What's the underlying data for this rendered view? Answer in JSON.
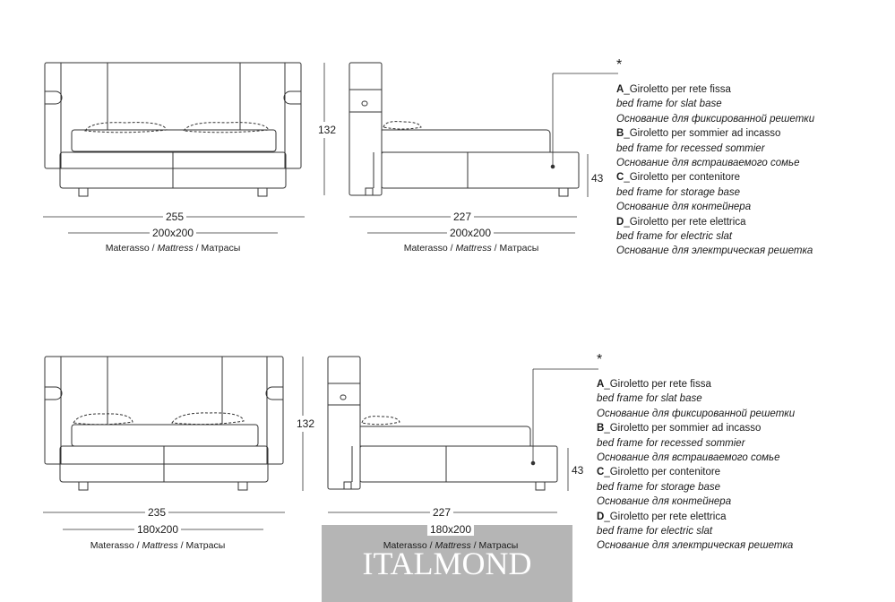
{
  "top": {
    "front_width": "255",
    "front_mattress": "200x200",
    "front_mattress_label": [
      "Materasso / ",
      "Mattress",
      " / Матрасы"
    ],
    "height": "132",
    "side_length": "227",
    "side_mattress": "200x200",
    "side_mattress_label": [
      "Materasso / ",
      "Mattress",
      " / Матрасы"
    ],
    "base_height": "43"
  },
  "bottom": {
    "front_width": "235",
    "front_mattress": "180x200",
    "front_mattress_label": [
      "Materasso / ",
      "Mattress",
      " / Матрасы"
    ],
    "height": "132",
    "side_length": "227",
    "side_mattress": "180x200",
    "side_mattress_label": [
      "Materasso / ",
      "Mattress",
      " / Матрасы"
    ],
    "base_height": "43"
  },
  "legend": {
    "marker": "*",
    "a_letter": "A",
    "a_it": "_Giroletto per rete fissa",
    "a_en": "bed frame for slat base",
    "a_ru": "Основание для фиксированной решетки",
    "b_letter": "B",
    "b_it": "_Giroletto per sommier ad incasso",
    "b_en": "bed frame for recessed sommier",
    "b_ru": "Основание для встраиваемого сомье",
    "c_letter": "C",
    "c_it": "_Giroletto per contenitore",
    "c_en": "bed frame for storage base",
    "c_ru": "Основание для контейнера",
    "d_letter": "D",
    "d_it": "_Giroletto per rete elettrica",
    "d_en": "bed frame for electric slat",
    "d_ru": "Основание для электрическая решетка"
  },
  "watermark": "ITALMOND",
  "colors": {
    "line": "#333333",
    "watermark_bg": "#b5b5b5"
  }
}
